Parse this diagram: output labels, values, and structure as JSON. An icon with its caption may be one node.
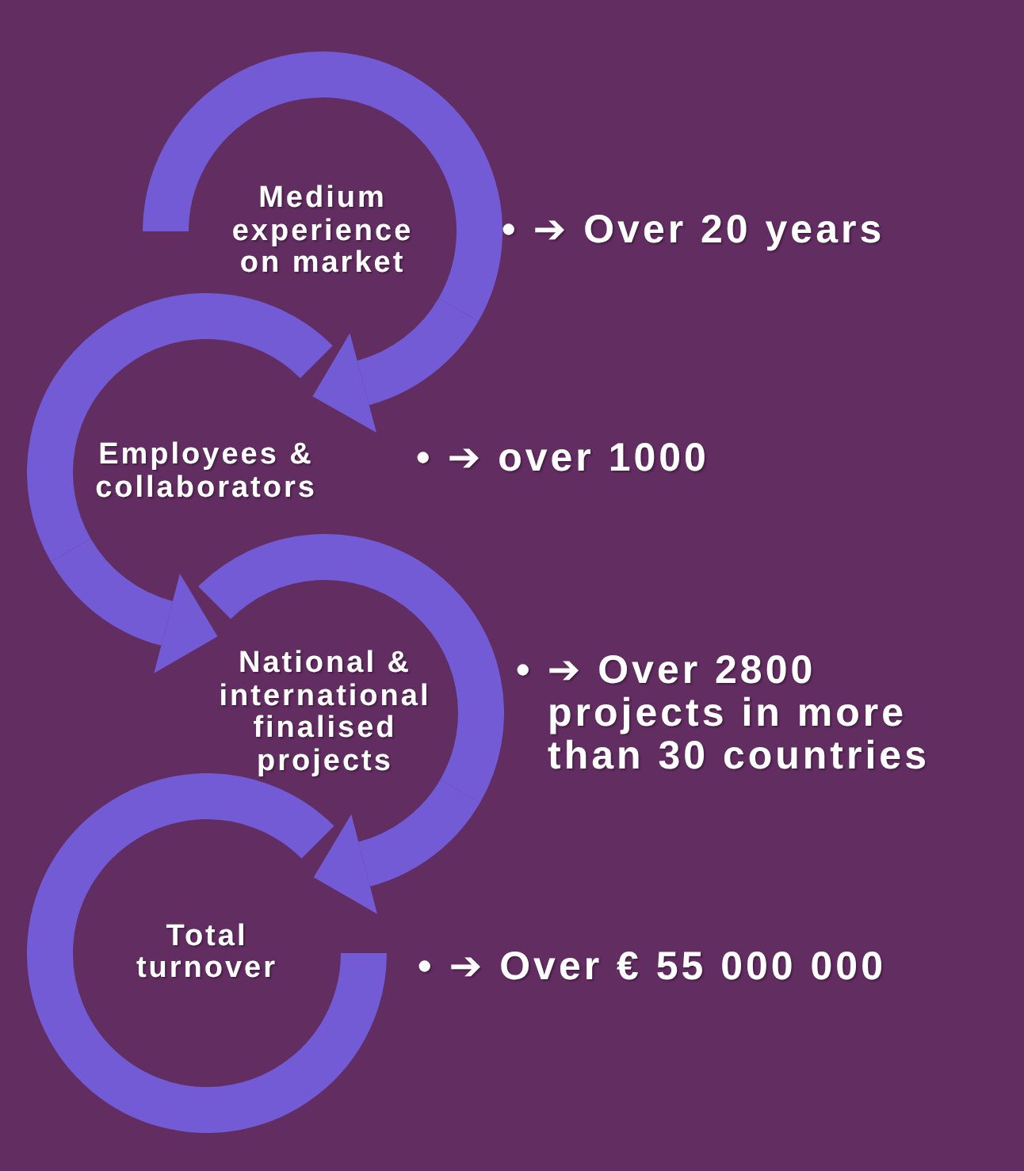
{
  "diagram": {
    "nodes": [
      {
        "text": [
          "Medium experience on market"
        ],
        "beside": [
          "• ➔ Over 20 years"
        ]
      },
      {
        "text": [
          "Employees & collaborators"
        ],
        "beside": [
          "• ➔ over 1000"
        ]
      },
      {
        "text": [
          "National & international finalised projects"
        ],
        "beside": [
          "• ➔ Over 2800 projects in more than 30 countries"
        ]
      },
      {
        "text": [
          "Total turnover"
        ],
        "beside": [
          "• ➔ Over € 55 000 000"
        ]
      }
    ],
    "edges": [
      {
        "from": 0,
        "to": 1,
        "arrow": "to"
      },
      {
        "from": 1,
        "to": 2,
        "arrow": "to"
      },
      {
        "from": 2,
        "to": 3,
        "arrow": "to"
      }
    ]
  }
}
